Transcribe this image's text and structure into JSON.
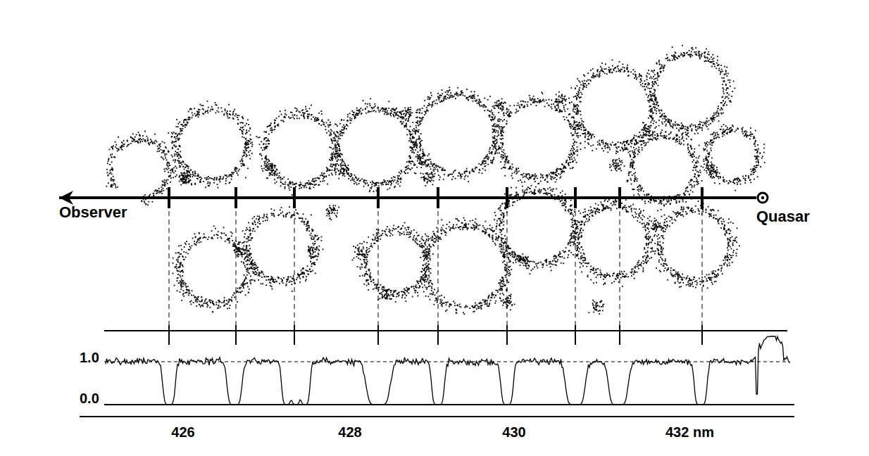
{
  "diagram": {
    "nodes": [
      {
        "text": [
          "Observer"
        ]
      },
      {
        "text": [
          "Quasar"
        ]
      }
    ],
    "edges": [
      {
        "from": 1,
        "to": 0,
        "arrow": "to"
      }
    ],
    "labels": [
      "1.0",
      "0.0",
      "426",
      "428",
      "430",
      "432 nm"
    ]
  }
}
